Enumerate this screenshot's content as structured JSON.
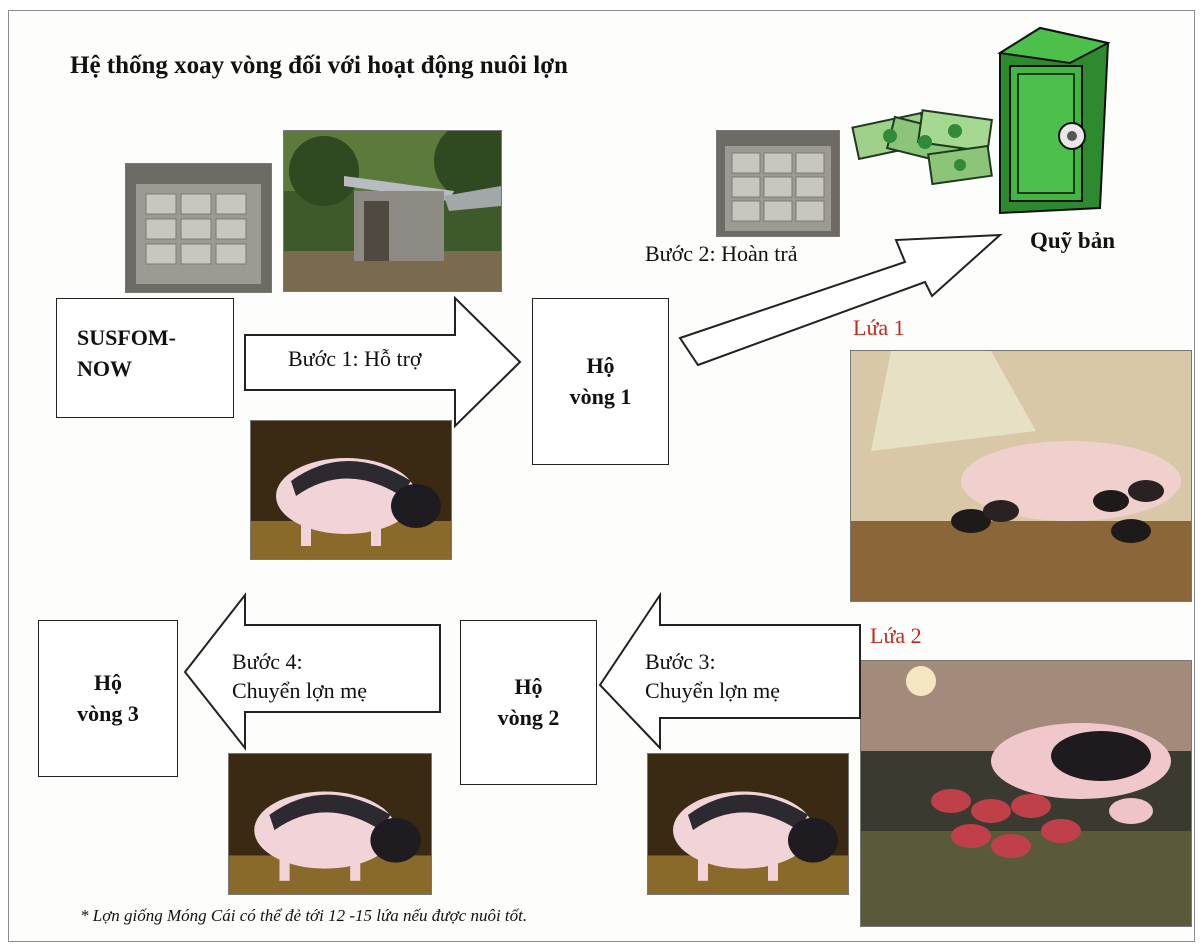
{
  "title": "Hệ thống xoay vòng đối với hoạt động nuôi lợn",
  "boxes": {
    "susfom": {
      "line1": "SUSFOM-",
      "line2": "NOW"
    },
    "ho1": {
      "line1": "Hộ",
      "line2": "vòng 1"
    },
    "ho2": {
      "line1": "Hộ",
      "line2": "vòng 2"
    },
    "ho3": {
      "line1": "Hộ",
      "line2": "vòng 3"
    }
  },
  "steps": {
    "step1": "Bước 1: Hỗ trợ",
    "step2": "Bước 2: Hoàn trả",
    "step3": {
      "line1": "Bước 3:",
      "line2": "Chuyển lợn mẹ"
    },
    "step4": {
      "line1": "Bước 4:",
      "line2": "Chuyển lợn mẹ"
    }
  },
  "fund_label": "Quỹ bản",
  "litters": {
    "litter1": "Lứa 1",
    "litter2": "Lứa 2"
  },
  "footnote": "* Lợn giống Móng Cái có thể đẻ tới 12 -15 lứa nếu được nuôi tốt.",
  "colors": {
    "accent_red": "#c8281c",
    "safe_green": "#3fb540",
    "money_green": "#2f8a3a"
  },
  "icons": [
    "safe-icon",
    "money-icon"
  ]
}
